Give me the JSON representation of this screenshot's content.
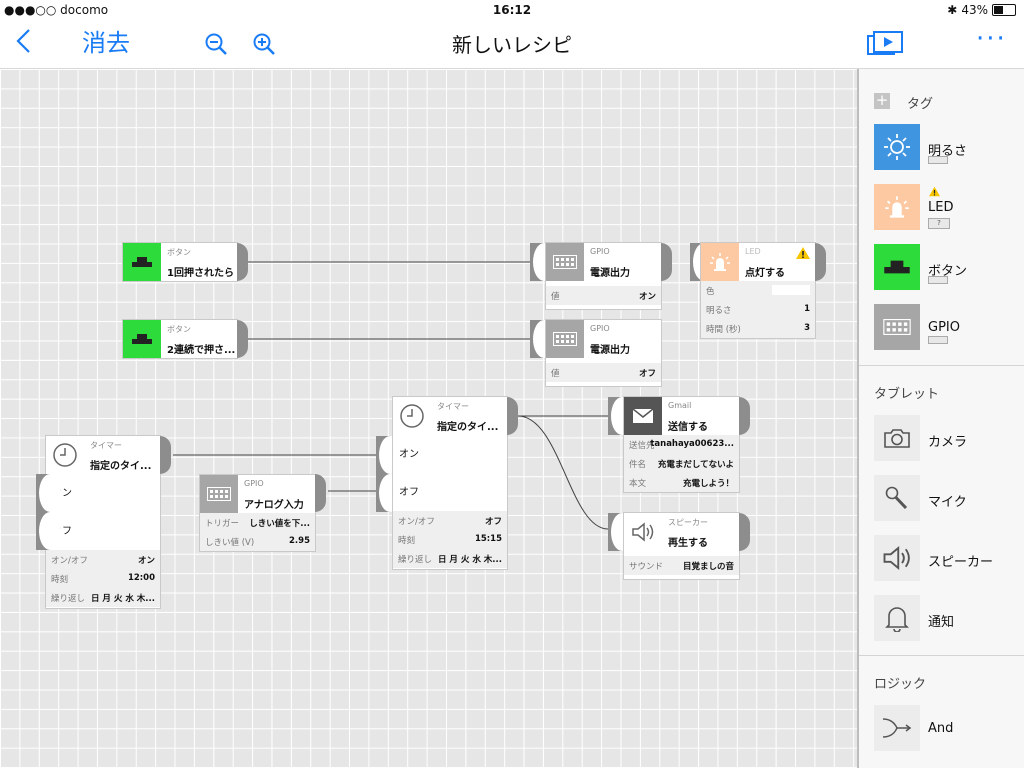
{
  "status_bar": {
    "carrier": "●●●○○ docomo",
    "time": "16:12",
    "battery": "43%",
    "battery_level": 0.43
  },
  "nav": {
    "back_icon": "chevron-left-icon",
    "clear_label": "消去",
    "title": "新しいレシピ",
    "zoom_out_icon": "zoom-out-icon",
    "zoom_in_icon": "zoom-in-icon",
    "play_icon": "slideshow-icon",
    "more_icon": "more-icon"
  },
  "sidebar": {
    "tag_label": "タグ",
    "devices": [
      {
        "label": "明るさ",
        "icon": "brightness-icon",
        "color": "#3f95e0"
      },
      {
        "label": "LED",
        "icon": "led-icon",
        "color": "#fdc9a2",
        "badge": "?"
      },
      {
        "label": "ボタン",
        "icon": "button-icon",
        "color": "#2ddc3a"
      },
      {
        "label": "GPIO",
        "icon": "gpio-icon",
        "color": "#a6a6a6"
      }
    ],
    "tablet_title": "タブレット",
    "tablet_items": [
      {
        "label": "カメラ",
        "icon": "camera-icon"
      },
      {
        "label": "マイク",
        "icon": "mic-icon"
      },
      {
        "label": "スピーカー",
        "icon": "speaker-icon"
      },
      {
        "label": "通知",
        "icon": "bell-icon"
      }
    ],
    "logic_title": "ロジック",
    "logic_items": [
      {
        "label": "And",
        "icon": "and-icon"
      }
    ]
  },
  "nodes": {
    "button1": {
      "sub": "ボタン",
      "main": "1回押されたら"
    },
    "button2": {
      "sub": "ボタン",
      "main": "2連続で押さ..."
    },
    "gpio1": {
      "sub": "GPIO",
      "main": "電源出力",
      "params": [
        {
          "k": "値",
          "v": "オン"
        }
      ]
    },
    "gpio2": {
      "sub": "GPIO",
      "main": "電源出力",
      "params": [
        {
          "k": "値",
          "v": "オフ"
        }
      ]
    },
    "led": {
      "sub": "LED",
      "main": "点灯する",
      "params": [
        {
          "k": "色",
          "v": ""
        },
        {
          "k": "明るさ",
          "v": "1"
        },
        {
          "k": "時間 (秒)",
          "v": "3"
        }
      ]
    },
    "timer1": {
      "sub": "タイマー",
      "main": "指定のタイ...",
      "triggers": [
        "オン",
        "オフ"
      ],
      "params": [
        {
          "k": "オン/オフ",
          "v": "オン"
        },
        {
          "k": "時刻",
          "v": "12:00"
        },
        {
          "k": "繰り返し",
          "v": "日 月 火 水 木..."
        }
      ]
    },
    "gpio3": {
      "sub": "GPIO",
      "main": "アナログ入力",
      "params": [
        {
          "k": "トリガー",
          "v": "しきい値を下..."
        },
        {
          "k": "しきい値 (V)",
          "v": "2.95"
        }
      ]
    },
    "timer2": {
      "sub": "タイマー",
      "main": "指定のタイ...",
      "triggers": [
        "オン",
        "オフ"
      ],
      "params": [
        {
          "k": "オン/オフ",
          "v": "オフ"
        },
        {
          "k": "時刻",
          "v": "15:15"
        },
        {
          "k": "繰り返し",
          "v": "日 月 火 水 木..."
        }
      ]
    },
    "gmail": {
      "sub": "Gmail",
      "main": "送信する",
      "params": [
        {
          "k": "送信先",
          "v": "tanahaya00623..."
        },
        {
          "k": "件名",
          "v": "充電まだしてないよ"
        },
        {
          "k": "本文",
          "v": "充電しよう！"
        }
      ]
    },
    "speaker": {
      "sub": "スピーカー",
      "main": "再生する",
      "params": [
        {
          "k": "サウンド",
          "v": "目覚ましの音"
        }
      ]
    }
  },
  "colors": {
    "accent": "#1a7cf5",
    "button_green": "#2ddc3a",
    "gpio_gray": "#a6a6a6",
    "led_peach": "#fdc9a2",
    "gmail_dark": "#555555",
    "port_gray": "#8d8d8d",
    "warning": "#f7c600"
  }
}
